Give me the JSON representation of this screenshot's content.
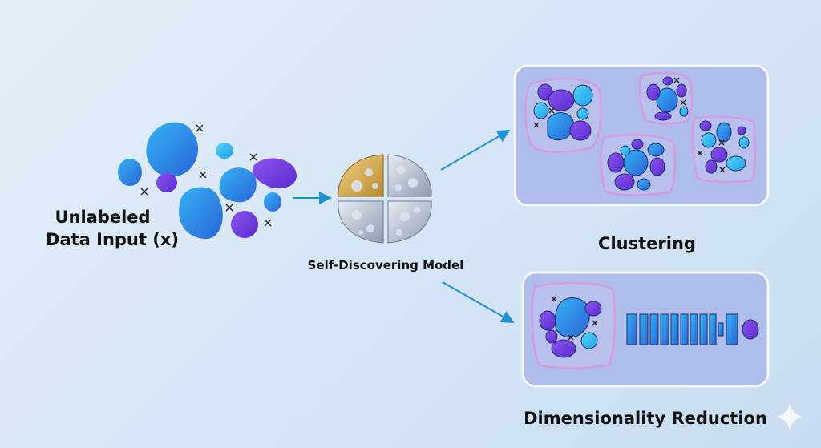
{
  "input": {
    "line1": "Unlabeled",
    "line2": "Data Input (x)"
  },
  "model": {
    "label": "Self-Discovering Model"
  },
  "outputs": {
    "clustering": {
      "label": "Clustering"
    },
    "dimensionality_reduction": {
      "label": "Dimensionality Reduction"
    }
  },
  "colors": {
    "cyan": "#2fb8ee",
    "blue": "#2f7fe0",
    "violet": "#7a3ee0",
    "arrow": "#1f8fd6",
    "panel": "#aebde9"
  }
}
